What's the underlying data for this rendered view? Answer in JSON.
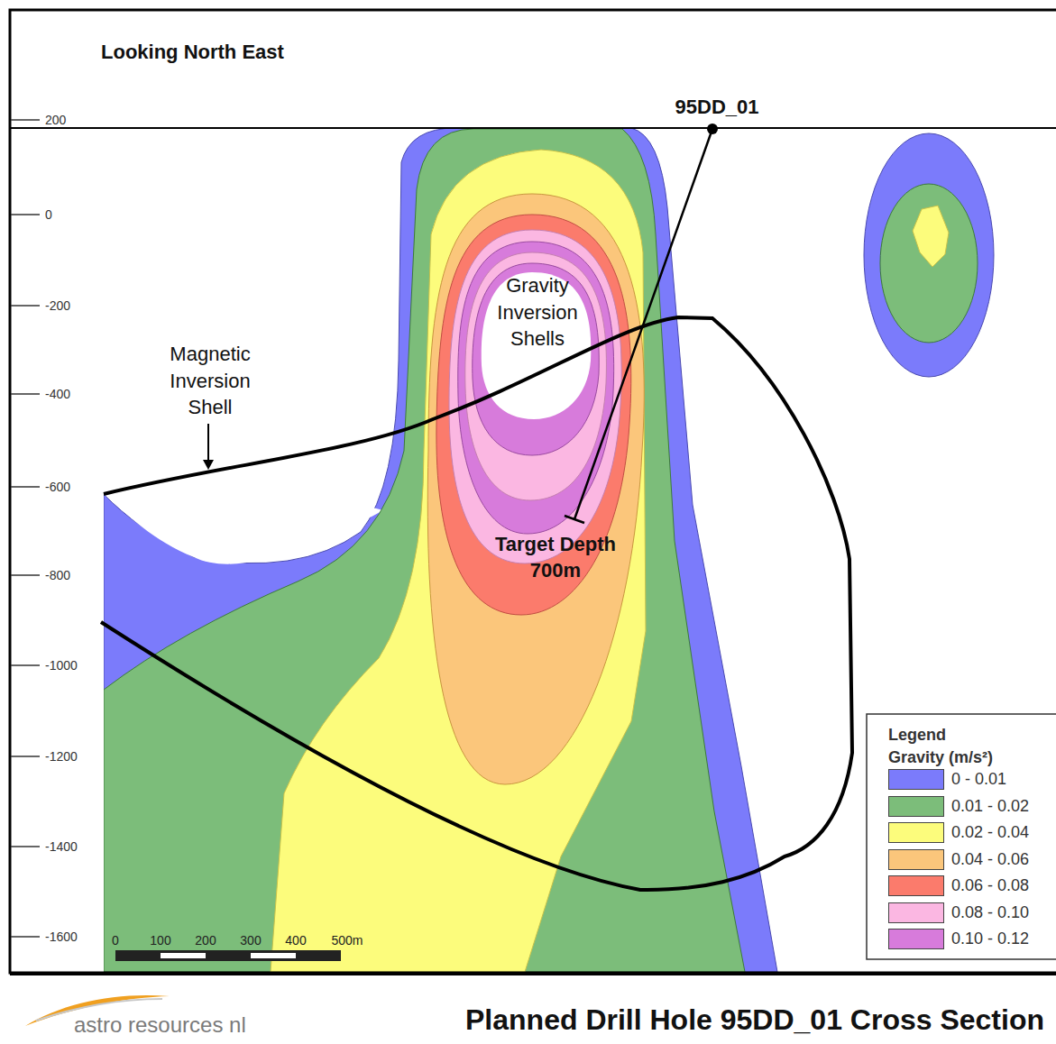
{
  "diagram": {
    "title": "Planned Drill Hole 95DD_01 Cross Section",
    "labels": [
      "Looking North East",
      "95DD_01",
      "Gravity Inversion Shells",
      "Magnetic Inversion Shell",
      "Target Depth 700m",
      "200",
      "0",
      "-200",
      "-400",
      "-600",
      "-800",
      "-1000",
      "-1200",
      "-1400",
      "-1600",
      "0",
      "100",
      "200",
      "300",
      "400",
      "500m",
      "Legend",
      "Gravity (m/s²)",
      "astro resources nl"
    ],
    "legend": [
      {
        "text": "0 - 0.01",
        "color": "#7b7bfb"
      },
      {
        "text": "0.01 - 0.02",
        "color": "#7cbd7a"
      },
      {
        "text": "0.02 - 0.04",
        "color": "#fcfc7c"
      },
      {
        "text": "0.04 - 0.06",
        "color": "#fbc67b"
      },
      {
        "text": "0.06 - 0.08",
        "color": "#fb7b6c"
      },
      {
        "text": "0.08 - 0.10",
        "color": "#fbb7e2"
      },
      {
        "text": "0.10 - 0.12",
        "color": "#d77bdb"
      }
    ]
  }
}
